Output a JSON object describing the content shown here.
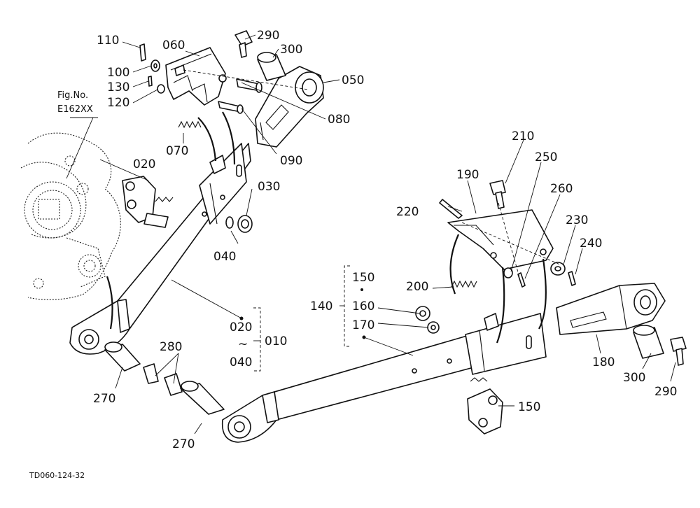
{
  "figure_ref": {
    "line1": "Fig.No.",
    "line2": "E162XX"
  },
  "drawing_code": "TD060-124-32",
  "callouts": {
    "p010": "010",
    "p020": "020",
    "p030": "030",
    "p040": "040",
    "p050": "050",
    "p060": "060",
    "p070": "070",
    "p080": "080",
    "p090": "090",
    "p100": "100",
    "p110": "110",
    "p120": "120",
    "p130": "130",
    "p140": "140",
    "p150a": "150",
    "p150b": "150",
    "p160": "160",
    "p170": "170",
    "p180": "180",
    "p190": "190",
    "p200": "200",
    "p210": "210",
    "p220": "220",
    "p230": "230",
    "p240": "240",
    "p250": "250",
    "p260": "260",
    "p270a": "270",
    "p270b": "270",
    "p280": "280",
    "p290a": "290",
    "p290b": "290",
    "p300a": "300",
    "p300b": "300",
    "range_020": "020",
    "range_tilde": "~",
    "range_040": "040"
  }
}
